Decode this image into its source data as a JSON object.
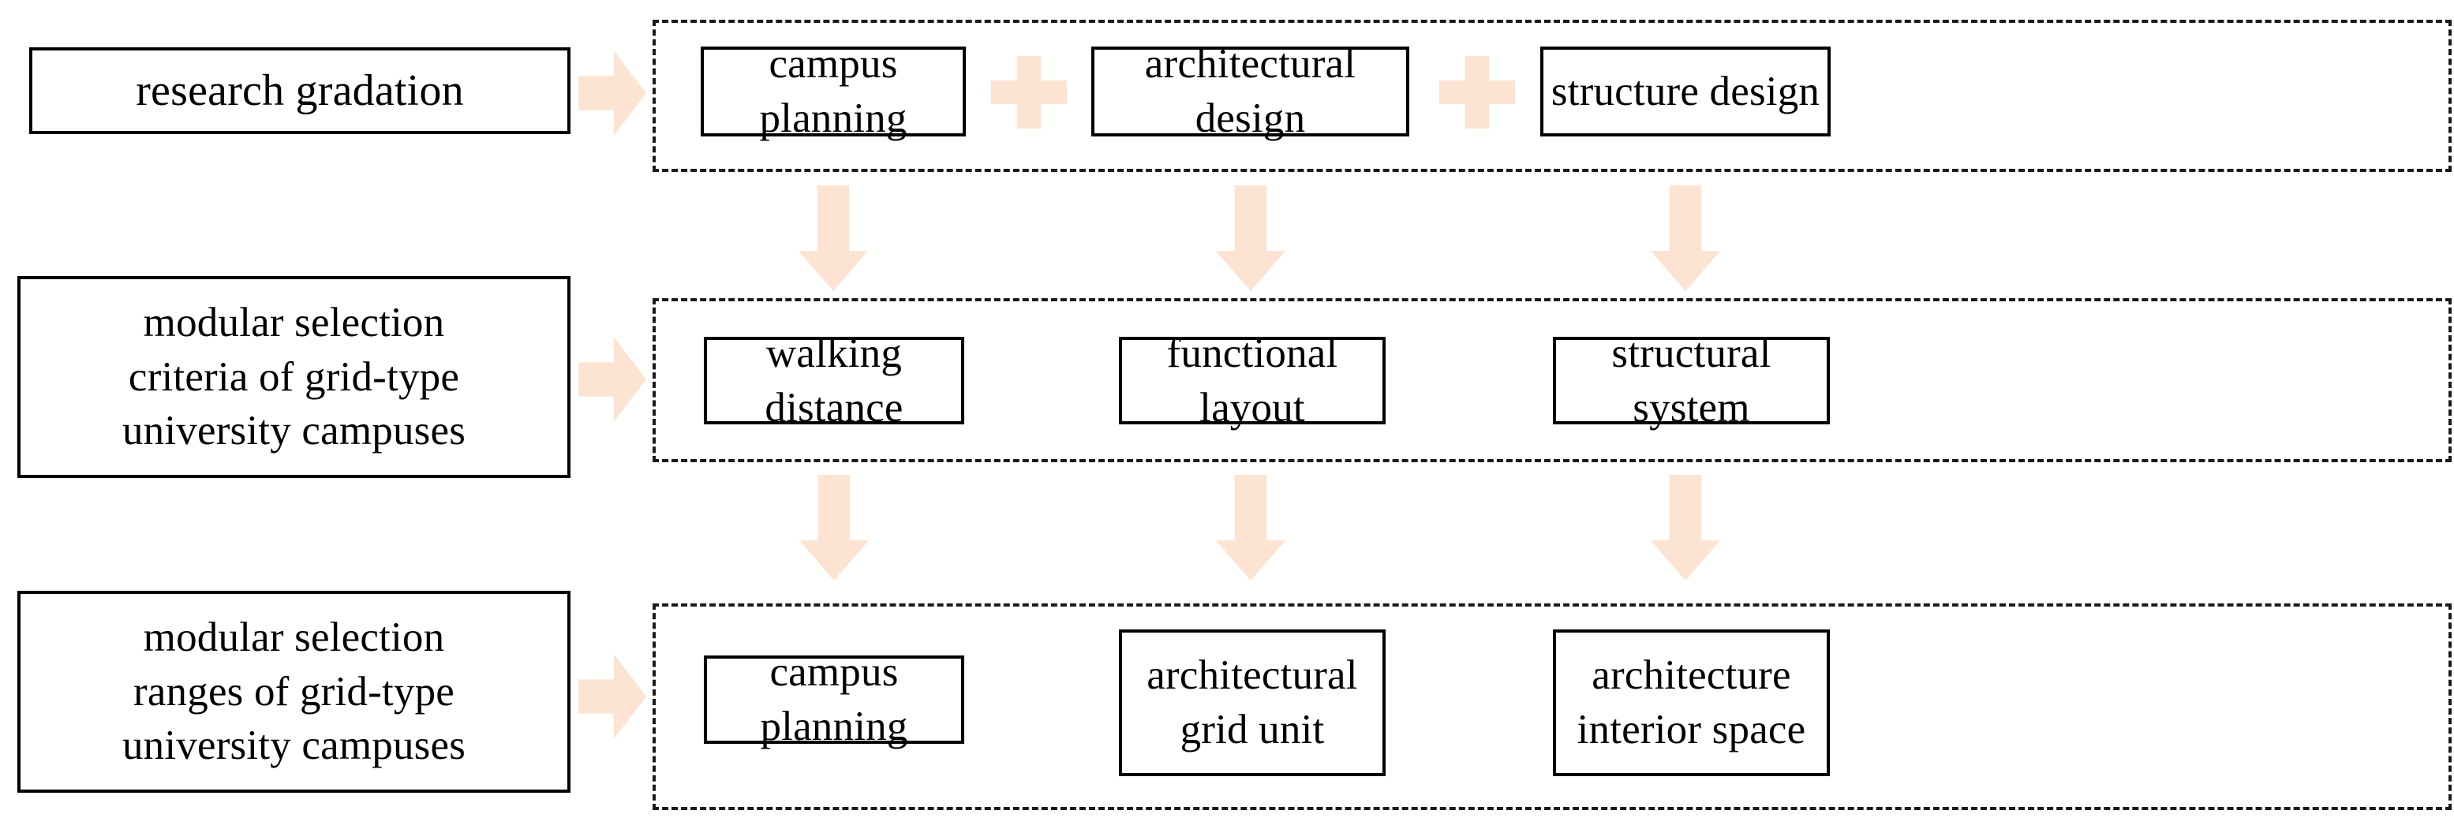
{
  "diagram": {
    "title": "modular selection framework for grid-type university campuses",
    "style": {
      "accent_fill": "#FCE3D2",
      "outline": "#000000",
      "dashed_outline": "#1a1a1a",
      "background": "#FFFFFF"
    },
    "rows": [
      {
        "id": "row-1",
        "stage_label": "research gradation",
        "connector_icon": "right-arrow-icon",
        "group_nodes": [
          {
            "id": "r1-n1",
            "label": "campus planning"
          },
          {
            "id": "r1-n2",
            "label": "architectural design"
          },
          {
            "id": "r1-n3",
            "label": "structure design"
          }
        ],
        "separators": [
          {
            "id": "r1-plus-1",
            "icon": "plus-icon"
          },
          {
            "id": "r1-plus-2",
            "icon": "plus-icon"
          }
        ]
      },
      {
        "id": "row-2",
        "stage_label": "modular selection criteria of grid-type university campuses",
        "stage_lines": [
          "modular selection",
          "criteria of grid-type",
          "university campuses"
        ],
        "connector_icon": "right-arrow-icon",
        "group_nodes": [
          {
            "id": "r2-n1",
            "label": "walking distance"
          },
          {
            "id": "r2-n2",
            "label": "functional layout"
          },
          {
            "id": "r2-n3",
            "label": "structural system"
          }
        ]
      },
      {
        "id": "row-3",
        "stage_label": "modular selection ranges of grid-type university campuses",
        "stage_lines": [
          "modular selection",
          "ranges of grid-type",
          "university campuses"
        ],
        "connector_icon": "right-arrow-icon",
        "group_nodes": [
          {
            "id": "r3-n1",
            "label": "campus planning",
            "lines": [
              "campus planning"
            ]
          },
          {
            "id": "r3-n2",
            "label": "architectural grid unit",
            "lines": [
              "architectural",
              "grid unit"
            ]
          },
          {
            "id": "r3-n3",
            "label": "architecture interior space",
            "lines": [
              "architecture",
              "interior space"
            ]
          }
        ]
      }
    ],
    "vertical_connectors": [
      {
        "id": "v1-1",
        "icon": "down-arrow-icon",
        "from": "r1-n1",
        "to": "r2-n1"
      },
      {
        "id": "v1-2",
        "icon": "down-arrow-icon",
        "from": "r1-n2",
        "to": "r2-n2"
      },
      {
        "id": "v1-3",
        "icon": "down-arrow-icon",
        "from": "r1-n3",
        "to": "r2-n3"
      },
      {
        "id": "v2-1",
        "icon": "down-arrow-icon",
        "from": "r2-n1",
        "to": "r3-n1"
      },
      {
        "id": "v2-2",
        "icon": "down-arrow-icon",
        "from": "r2-n2",
        "to": "r3-n2"
      },
      {
        "id": "v2-3",
        "icon": "down-arrow-icon",
        "from": "r2-n3",
        "to": "r3-n3"
      }
    ]
  }
}
